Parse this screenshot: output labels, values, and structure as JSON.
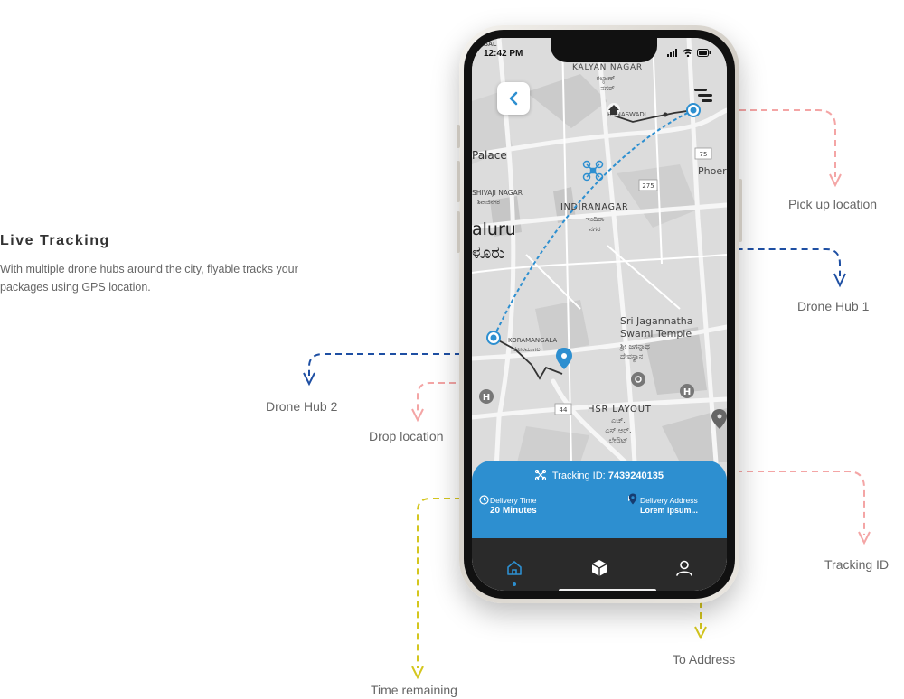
{
  "intro": {
    "title": "Live Tracking",
    "description": "With multiple drone hubs around the city, flyable tracks your packages using GPS location."
  },
  "callouts": {
    "pickup": "Pick up location",
    "hub1": "Drone Hub 1",
    "hub2": "Drone Hub 2",
    "drop": "Drop location",
    "tracking_id": "Tracking ID",
    "to_address": "To Address",
    "time_remaining": "Time remaining"
  },
  "status_bar": {
    "time": "12:42 PM",
    "carrier": "BAL"
  },
  "map": {
    "labels": {
      "kalyan_nagar": "KALYAN NAGAR",
      "kalyan_nagar_kn1": "ಕಲ್ಯಾಣ್",
      "kalyan_nagar_kn2": "ನಗರ್",
      "banaswadi": "BANASWADI",
      "palace": "Palace",
      "phoenix": "Phoer",
      "shivaji_nagar": "SHIVAJI NAGAR",
      "shivaji_nagar_kn": "ಶಿವಾಜಿನಗರ",
      "indiranagar": "INDIRANAGAR",
      "indiranagar_kn1": "ಇಂದಿರಾ",
      "indiranagar_kn2": "ನಗರ",
      "bengaluru": "aluru",
      "bengaluru_kn": "ಳೂರು",
      "jagannatha1": "Sri Jagannatha",
      "jagannatha2": "Swami Temple",
      "jagannatha_kn1": "ಶ್ರೀ ಜಗನ್ನಾಥ",
      "jagannatha_kn2": "ದೇವಸ್ಥಾನ",
      "koramangala": "KORAMANGALA",
      "koramangala_kn": "ಕೋರಮಂಗಲ",
      "hsr": "HSR LAYOUT",
      "hsr_kn1": "ಎಚ್.",
      "hsr_kn2": "ಎಸ್.ಆರ್.",
      "hsr_kn3": "ಲೇಔಟ್",
      "road_75": "75",
      "road_275": "275",
      "road_44": "44"
    }
  },
  "tracking_card": {
    "tracking_label": "Tracking ID:",
    "tracking_id": "7439240135",
    "delivery_time_label": "Delivery Time",
    "delivery_time_value": "20 Minutes",
    "delivery_address_label": "Delivery Address",
    "delivery_address_value": "Lorem ipsum..."
  },
  "icons": {
    "back": "chevron-left-icon",
    "menu": "menu-icon",
    "drone": "drone-icon",
    "home": "home-icon",
    "package": "package-icon",
    "profile": "user-icon"
  },
  "colors": {
    "accent_blue": "#2d8fd0",
    "route_blue": "#1e4fa3",
    "pink_dashes": "#f4a5a5",
    "yellow_dashes": "#d4c61e",
    "nav_dark": "#2a2a2a"
  }
}
